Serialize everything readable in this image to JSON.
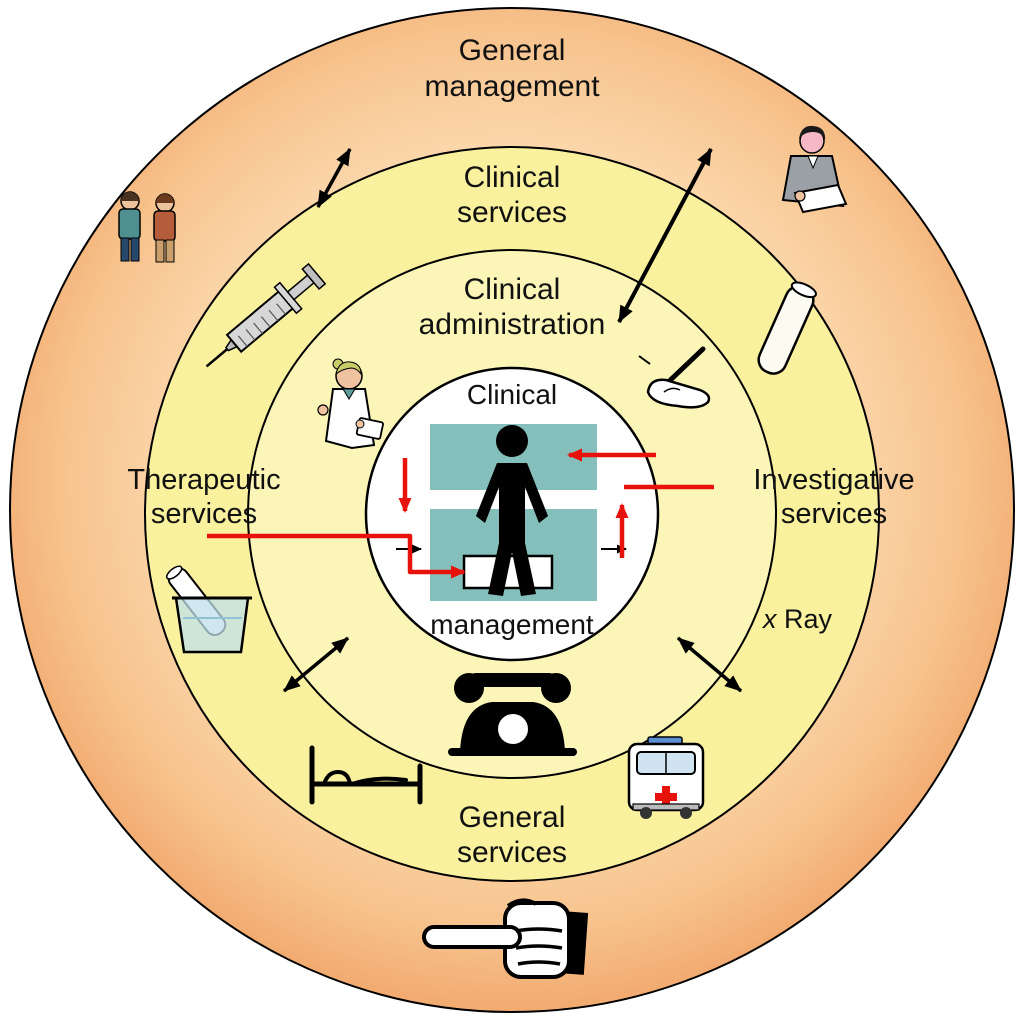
{
  "title": "Hospital clinical services concentric-ring diagram",
  "colors": {
    "outer_ring_edge": "#f0a468",
    "outer_ring_inner": "#fdecd2",
    "ring2_fill": "#f9f19e",
    "ring3_fill": "#fbf6b8",
    "center_fill": "#ffffff",
    "box_teal": "#84bfbc",
    "arrow_red": "#e8120c",
    "line_black": "#000000"
  },
  "labels": {
    "general_management": [
      "General",
      "management"
    ],
    "clinical_services": [
      "Clinical",
      "services"
    ],
    "clinical_administration": [
      "Clinical",
      "administration"
    ],
    "clinical_management_top": "Clinical",
    "clinical_management_bottom": "management",
    "therapeutic_services": [
      "Therapeutic",
      "services"
    ],
    "investigative_services": [
      "Investigative",
      "services"
    ],
    "x_ray_x": "x",
    "x_ray_rest": " Ray",
    "general_services": [
      "General",
      "services"
    ]
  },
  "icons": [
    "two-people-icon",
    "syringe-icon",
    "doctor-clipboard-icon",
    "writing-hand-icon",
    "test-tube-icon",
    "reading-person-icon",
    "beaker-icon",
    "telephone-icon",
    "bed-icon",
    "ambulance-icon",
    "pointing-hand-icon",
    "patient-figure-icon"
  ]
}
